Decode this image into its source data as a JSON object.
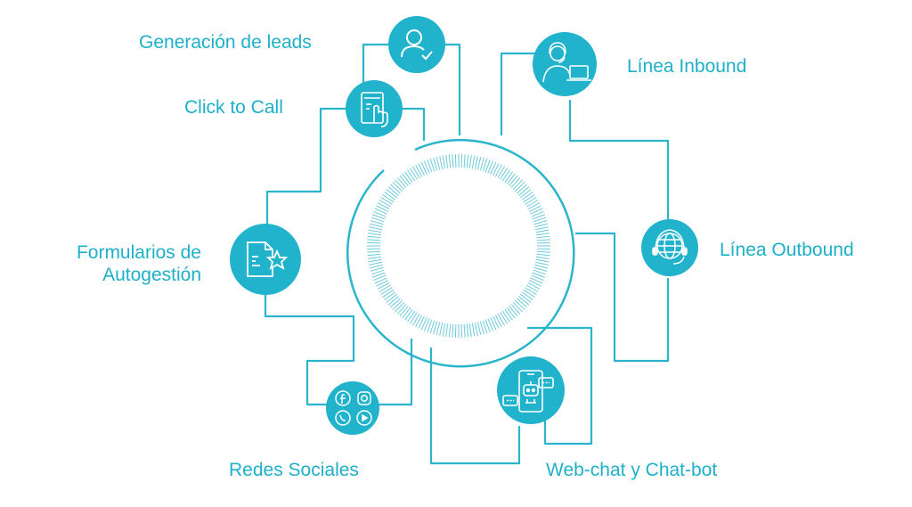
{
  "nodes": {
    "leads": {
      "label": "Generación de leads",
      "icon": "user-check-icon"
    },
    "click_to_call": {
      "label": "Click to Call",
      "icon": "touch-screen-icon"
    },
    "formularios": {
      "label_line1": "Formularios de",
      "label_line2": "Autogestión",
      "icon": "document-star-icon"
    },
    "redes": {
      "label": "Redes Sociales",
      "icon": "social-media-icons"
    },
    "inbound": {
      "label": "Línea Inbound",
      "icon": "call-agent-icon"
    },
    "outbound": {
      "label": "Línea Outbound",
      "icon": "globe-headset-icon"
    },
    "webchat": {
      "label": "Web-chat y Chat-bot",
      "icon": "chatbot-phone-icon"
    }
  },
  "colors": {
    "accent": "#1fb0c9",
    "icon_fill": "#22b3cc",
    "ring": "#2bb5cd",
    "white": "#ffffff"
  }
}
